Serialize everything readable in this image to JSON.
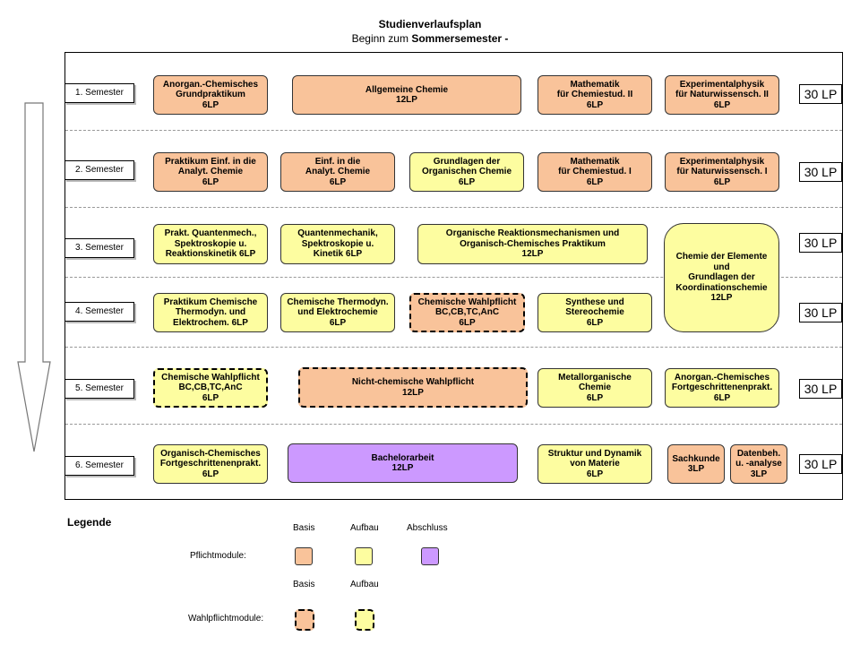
{
  "header": {
    "title": "Studienverlaufsplan",
    "subtitle_prefix": "Beginn zum ",
    "subtitle_bold": "Sommersemester -"
  },
  "semesters": [
    {
      "label": "1. Semester",
      "lp": "30 LP"
    },
    {
      "label": "2. Semester",
      "lp": "30 LP"
    },
    {
      "label": "3. Semester",
      "lp": "30 LP"
    },
    {
      "label": "4. Semester",
      "lp": "30 LP"
    },
    {
      "label": "5. Semester",
      "lp": "30 LP"
    },
    {
      "label": "6. Semester",
      "lp": "30 LP"
    }
  ],
  "modules": [
    {
      "lines": [
        "Anorgan.-Chemisches",
        "Grundpraktikum",
        "6LP"
      ],
      "category": "basis",
      "elective": false
    },
    {
      "lines": [
        "Allgemeine Chemie",
        "12LP"
      ],
      "category": "basis",
      "elective": false
    },
    {
      "lines": [
        "Mathematik",
        "für Chemiestud. II",
        "6LP"
      ],
      "category": "basis",
      "elective": false
    },
    {
      "lines": [
        "Experimentalphysik",
        "für Naturwissensch. II",
        "6LP"
      ],
      "category": "basis",
      "elective": false
    },
    {
      "lines": [
        "Praktikum Einf. in die",
        "Analyt. Chemie",
        "6LP"
      ],
      "category": "basis",
      "elective": false
    },
    {
      "lines": [
        "Einf. in die",
        "Analyt. Chemie",
        "6LP"
      ],
      "category": "basis",
      "elective": false
    },
    {
      "lines": [
        "Grundlagen der",
        "Organischen Chemie",
        "6LP"
      ],
      "category": "aufbau",
      "elective": false
    },
    {
      "lines": [
        "Mathematik",
        "für Chemiestud. I",
        "6LP"
      ],
      "category": "basis",
      "elective": false
    },
    {
      "lines": [
        "Experimentalphysik",
        "für Naturwissensch. I",
        "6LP"
      ],
      "category": "basis",
      "elective": false
    },
    {
      "lines": [
        "Prakt. Quantenmech.,",
        "Spektroskopie u.",
        "Reaktionskinetik 6LP"
      ],
      "category": "aufbau",
      "elective": false
    },
    {
      "lines": [
        "Quantenmechanik,",
        "Spektroskopie u.",
        "Kinetik 6LP"
      ],
      "category": "aufbau",
      "elective": false
    },
    {
      "lines": [
        "Organische Reaktionsmechanismen und",
        "Organisch-Chemisches Praktikum",
        "12LP"
      ],
      "category": "aufbau",
      "elective": false
    },
    {
      "lines": [
        "Chemie der Elemente",
        "und",
        "Grundlagen der",
        "Koordinationschemie",
        "12LP"
      ],
      "category": "aufbau",
      "elective": false
    },
    {
      "lines": [
        "Praktikum Chemische",
        "Thermodyn. und",
        "Elektrochem. 6LP"
      ],
      "category": "aufbau",
      "elective": false
    },
    {
      "lines": [
        "Chemische Thermodyn.",
        "und Elektrochemie",
        "6LP"
      ],
      "category": "aufbau",
      "elective": false
    },
    {
      "lines": [
        "Chemische Wahlpflicht",
        "BC,CB,TC,AnC",
        "6LP"
      ],
      "category": "basis",
      "elective": true
    },
    {
      "lines": [
        "Synthese und",
        "Stereochemie",
        "6LP"
      ],
      "category": "aufbau",
      "elective": false
    },
    {
      "lines": [
        "Chemische Wahlpflicht",
        "BC,CB,TC,AnC",
        "6LP"
      ],
      "category": "aufbau",
      "elective": true
    },
    {
      "lines": [
        "Nicht-chemische Wahlpflicht",
        "12LP"
      ],
      "category": "basis",
      "elective": true
    },
    {
      "lines": [
        "Metallorganische",
        "Chemie",
        "6LP"
      ],
      "category": "aufbau",
      "elective": false
    },
    {
      "lines": [
        "Anorgan.-Chemisches",
        "Fortgeschrittenenprakt.",
        "6LP"
      ],
      "category": "aufbau",
      "elective": false
    },
    {
      "lines": [
        "Organisch-Chemisches",
        "Fortgeschrittenenprakt.",
        "6LP"
      ],
      "category": "aufbau",
      "elective": false
    },
    {
      "lines": [
        "Bachelorarbeit",
        "12LP"
      ],
      "category": "abschluss",
      "elective": false
    },
    {
      "lines": [
        "Struktur und Dynamik",
        "von Materie",
        "6LP"
      ],
      "category": "aufbau",
      "elective": false
    },
    {
      "lines": [
        "Sachkunde",
        "3LP"
      ],
      "category": "basis",
      "elective": false
    },
    {
      "lines": [
        "Datenbeh.",
        "u. -analyse",
        "3LP"
      ],
      "category": "basis",
      "elective": false
    }
  ],
  "legend": {
    "heading": "Legende",
    "basis": "Basis",
    "aufbau": "Aufbau",
    "abschluss": "Abschluss",
    "pflicht": "Pflichtmodule:",
    "wahlpflicht": "Wahlpflichtmodule:"
  },
  "colors": {
    "basis": "#f9c39a",
    "aufbau": "#fdfda0",
    "abschluss": "#cc99ff"
  }
}
